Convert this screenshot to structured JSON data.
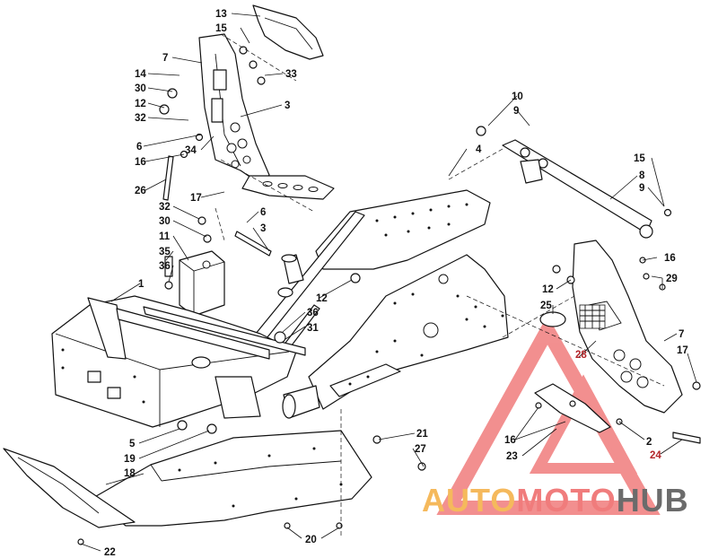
{
  "colors": {
    "line": "#111111",
    "watermark_red": "#f07c7c",
    "watermark_orange": "#f5b95c",
    "watermark_gray": "#6b6b6b",
    "callout_red": "#b3262a"
  },
  "callouts": {
    "c13": "13",
    "c15a": "15",
    "c7a": "7",
    "c14": "14",
    "c33": "33",
    "c30a": "30",
    "c12a": "12",
    "c32a": "32",
    "c3a": "3",
    "c6a": "6",
    "c34": "34",
    "c16a": "16",
    "c10": "10",
    "c9a": "9",
    "c4": "4",
    "c15b": "15",
    "c8": "8",
    "c9b": "9",
    "c26": "26",
    "c17a": "17",
    "c32b": "32",
    "c6b": "6",
    "c30b": "30",
    "c3b": "3",
    "c11": "11",
    "c35": "35",
    "c36a": "36",
    "c16b": "16",
    "c29": "29",
    "c1": "1",
    "c12b": "12",
    "c12c": "12",
    "c25": "25",
    "c36b": "36",
    "c31": "31",
    "c7b": "7",
    "c17b": "17",
    "c28": "28",
    "c5": "5",
    "c19": "19",
    "c18": "18",
    "c21": "21",
    "c27": "27",
    "c16c": "16",
    "c2": "2",
    "c23": "23",
    "c24": "24",
    "c20": "20",
    "c22": "22"
  },
  "watermark": {
    "part1": "AUTO",
    "part2": "MOTO",
    "part3": "HUB"
  }
}
